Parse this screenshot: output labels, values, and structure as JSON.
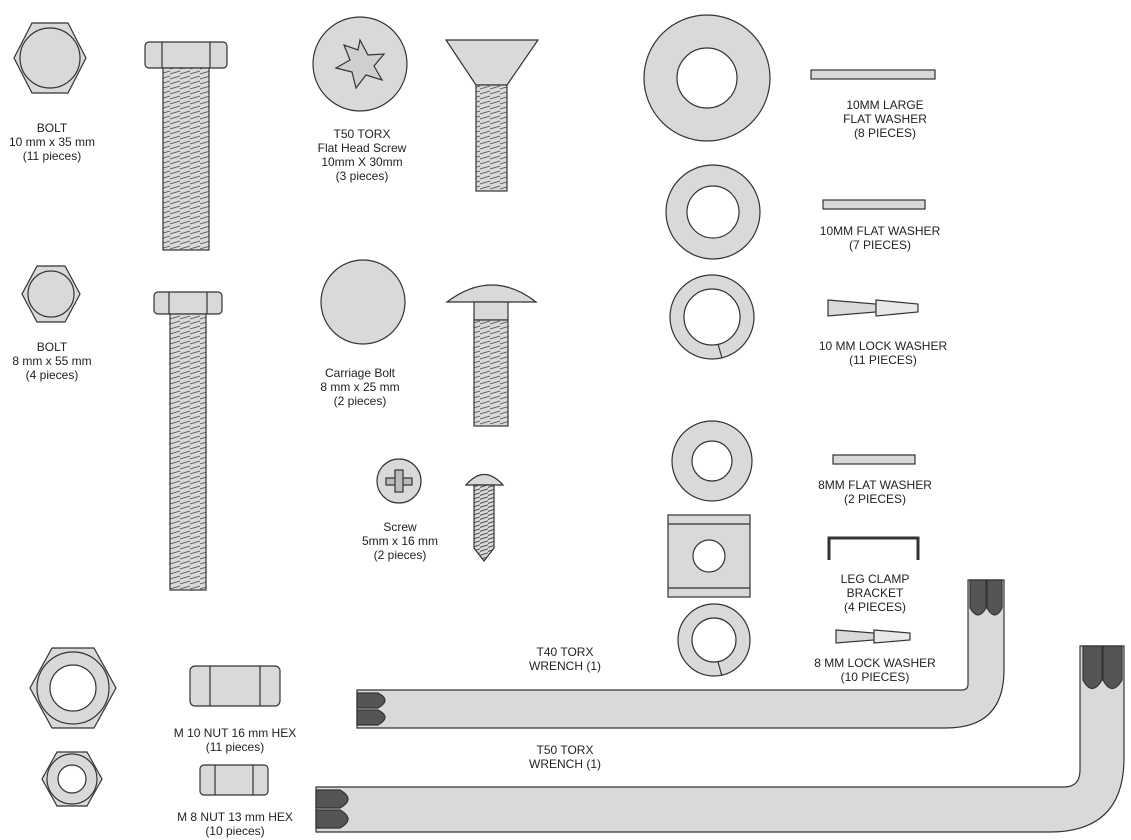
{
  "parts": {
    "bolt_10x35": {
      "lines": [
        "BOLT",
        "10 mm x 35 mm",
        "(11 pieces)"
      ]
    },
    "bolt_8x55": {
      "lines": [
        "BOLT",
        "8 mm x 55 mm",
        "(4 pieces)"
      ]
    },
    "torx_flat_head_screw": {
      "lines": [
        "T50 TORX",
        "Flat Head Screw",
        "10mm X 30mm",
        "(3 pieces)"
      ]
    },
    "carriage_bolt": {
      "lines": [
        "Carriage Bolt",
        "8 mm x 25  mm",
        "(2 pieces)"
      ]
    },
    "screw_5x16": {
      "lines": [
        "Screw",
        "5mm x 16 mm",
        "(2 pieces)"
      ]
    },
    "large_flat_washer_10mm": {
      "lines": [
        "10MM LARGE",
        "FLAT WASHER",
        "(8 PIECES)"
      ]
    },
    "flat_washer_10mm": {
      "lines": [
        "10MM FLAT WASHER",
        "(7 PIECES)"
      ]
    },
    "lock_washer_10mm": {
      "lines": [
        "10 MM LOCK WASHER",
        "(11 PIECES)"
      ]
    },
    "flat_washer_8mm": {
      "lines": [
        "8MM FLAT WASHER",
        "(2  PIECES)"
      ]
    },
    "leg_clamp_bracket": {
      "lines": [
        "LEG CLAMP",
        "BRACKET",
        "(4 PIECES)"
      ]
    },
    "lock_washer_8mm": {
      "lines": [
        "8 MM LOCK WASHER",
        "(10 PIECES)"
      ]
    },
    "t40_torx_wrench": {
      "lines": [
        "T40 TORX",
        "WRENCH (1)"
      ]
    },
    "t50_torx_wrench": {
      "lines": [
        "T50 TORX",
        "WRENCH (1)"
      ]
    },
    "m10_nut": {
      "lines": [
        "M 10 NUT 16 mm HEX",
        "(11 pieces)"
      ]
    },
    "m8_nut": {
      "lines": [
        "M 8 NUT 13 mm HEX",
        "(10 pieces)"
      ]
    }
  },
  "colors": {
    "fill": "#d9d9d9",
    "stroke": "#333333",
    "dark_tip": "#555555"
  }
}
